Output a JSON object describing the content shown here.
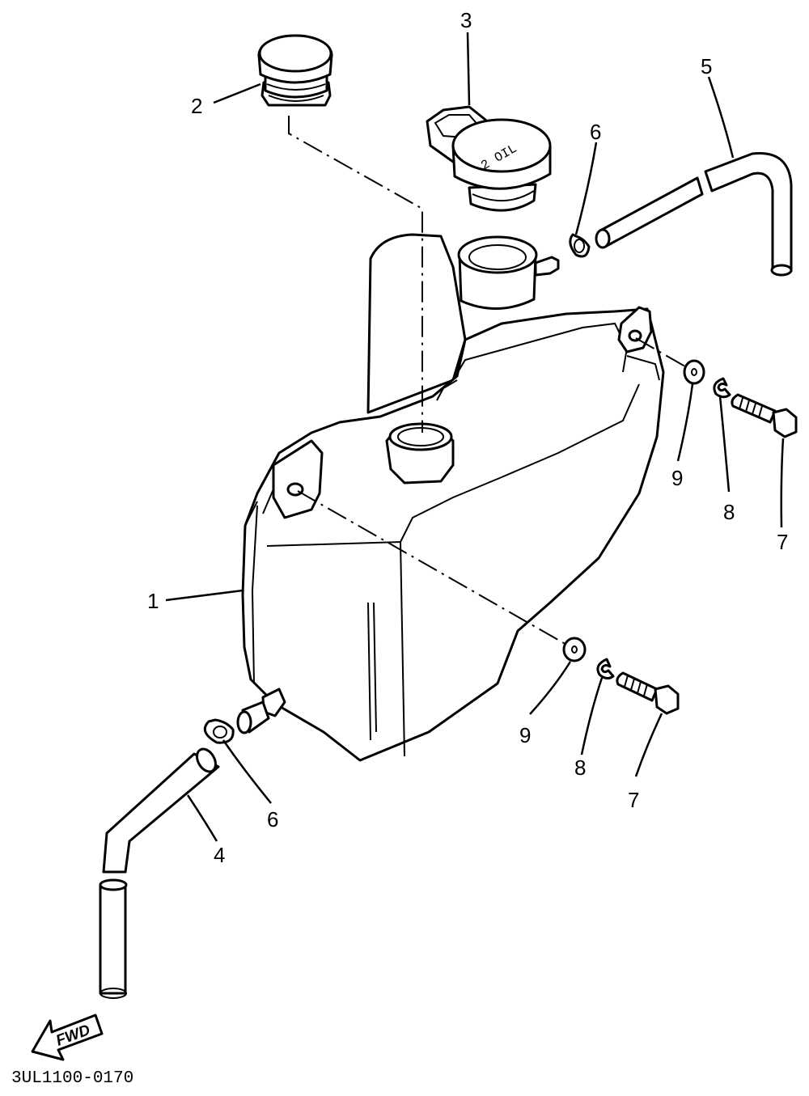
{
  "callouts": {
    "tank": "1",
    "grommet": "2",
    "cap": "3",
    "hose_lower": "4",
    "hose_upper": "5",
    "clip_upper": "6",
    "clip_lower": "6",
    "bolt_upper": "7",
    "bolt_lower": "7",
    "spring_washer_upper": "8",
    "spring_washer_lower": "8",
    "washer_upper": "9",
    "washer_lower": "9"
  },
  "cap_text": "2 OIL",
  "fwd_label": "FWD",
  "drawing_code": "3UL1100-0170"
}
